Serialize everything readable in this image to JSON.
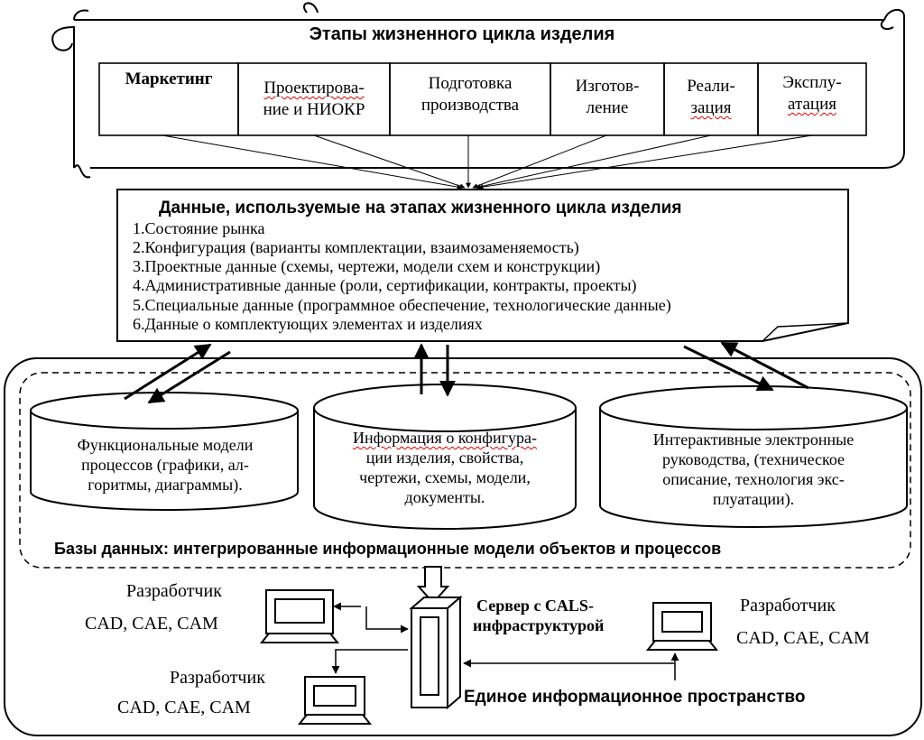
{
  "lifecycle": {
    "title": "Этапы жизненного цикла изделия",
    "stages": [
      {
        "line1": "Маркетинг",
        "line2": ""
      },
      {
        "line1": "Проектирова-",
        "line2": "ние и НИОКР"
      },
      {
        "line1": "Подготовка",
        "line2": "производства"
      },
      {
        "line1": "Изготов-",
        "line2": "ление"
      },
      {
        "line1": "Реали-",
        "line2": "зация"
      },
      {
        "line1": "Эксплу-",
        "line2": "атация"
      }
    ]
  },
  "data_block": {
    "title": "Данные, используемые на этапах жизненного цикла изделия",
    "items": [
      "1.Состояние рынка",
      "2.Конфигурация (варианты комплектации,  взаимозаменяемость)",
      "3.Проектные данные (схемы, чертежи, модели схем и конструкции)",
      "4.Административные данные (роли, сертификации, контракты, проекты)",
      "5.Специальные данные (программное обеспечение, технологические данные)",
      "6.Данные о комплектующих элементах и изделиях"
    ]
  },
  "databases": {
    "caption": "Базы данных: интегрированные информационные модели объектов и процессов",
    "items": [
      {
        "lines": [
          "Функциональные модели",
          "процессов (графики, ал-",
          "горитмы, диаграммы)."
        ]
      },
      {
        "lines": [
          "Информация о конфигура-",
          "ции изделия, свойства,",
          "чертежи, схемы, модели,",
          "документы."
        ]
      },
      {
        "lines": [
          "Интерактивные электронные",
          "руководства, (техническое",
          "описание, технология экс-",
          "плуатации)."
        ]
      }
    ]
  },
  "server": {
    "line1": "Сервер с CALS-",
    "line2": "инфраструктурой"
  },
  "developers": [
    {
      "role": "Разработчик",
      "tools": "CAD, CAE, CAM"
    },
    {
      "role": "Разработчик",
      "tools": "CAD, CAE, CAM"
    },
    {
      "role": "Разработчик",
      "tools": "CAD, CAE, CAM"
    }
  ],
  "space_label": "Единое информационное пространство"
}
